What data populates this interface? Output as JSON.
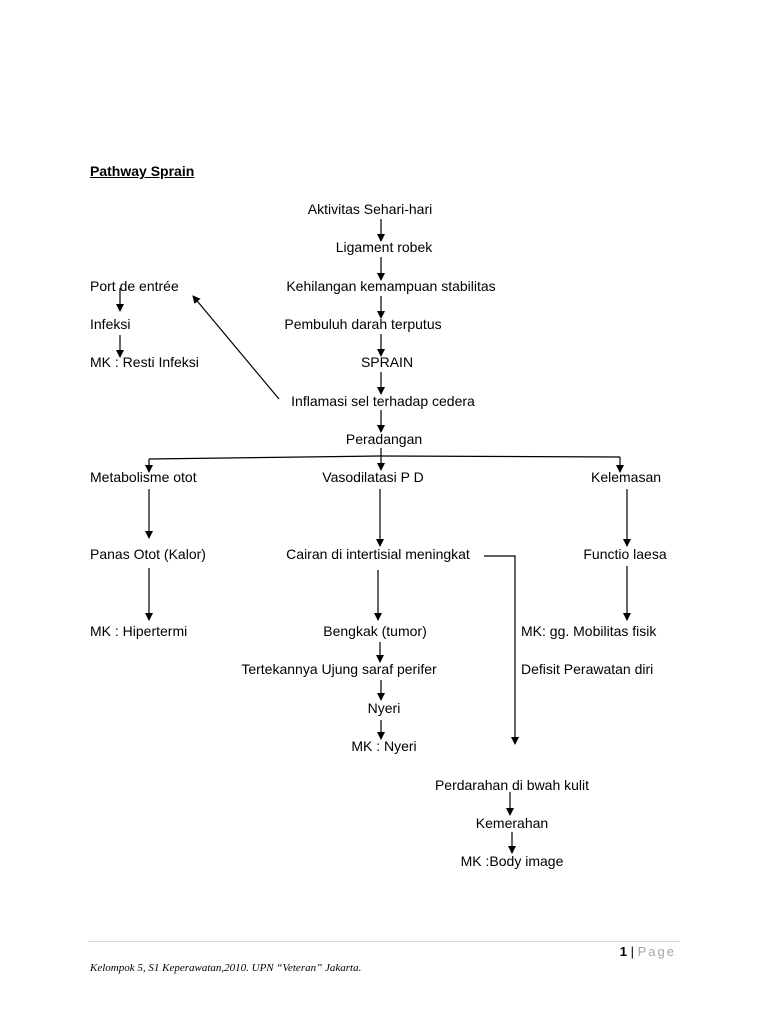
{
  "title": "Pathway Sprain",
  "nodes": {
    "aktivitas": "Aktivitas Sehari-hari",
    "ligament": "Ligament robek",
    "kehilangan": "Kehilangan kemampuan stabilitas",
    "pembuluh": "Pembuluh darah terputus",
    "sprain": "SPRAIN",
    "inflamasi": "Inflamasi sel terhadap cedera",
    "peradangan": "Peradangan",
    "port": "Port de entrée",
    "infeksi": "Infeksi",
    "mk_infeksi": "MK : Resti Infeksi",
    "metabolisme": "Metabolisme  otot",
    "panas": "Panas Otot (Kalor)",
    "mk_hipertermi": "MK : Hipertermi",
    "vasodilatasi": "Vasodilatasi P D",
    "cairan": "Cairan di intertisial meningkat",
    "bengkak": "Bengkak (tumor)",
    "tertekannya": "Tertekannya Ujung saraf perifer",
    "nyeri": "Nyeri",
    "mk_nyeri": "MK : Nyeri",
    "kelemasan": "Kelemasan",
    "functio": "Functio laesa",
    "mk_mobilitas": "MK: gg. Mobilitas fisik",
    "defisit": "Defisit Perawatan diri",
    "perdarahan": "Perdarahan di bwah kulit",
    "kemerahan": "Kemerahan",
    "mk_body": "MK :Body image"
  },
  "footer": {
    "page_number": "1",
    "separator": "|",
    "page_word": "Page",
    "note": "Kelompok 5, S1 Keperawatan,2010. UPN “Veteran” Jakarta."
  }
}
